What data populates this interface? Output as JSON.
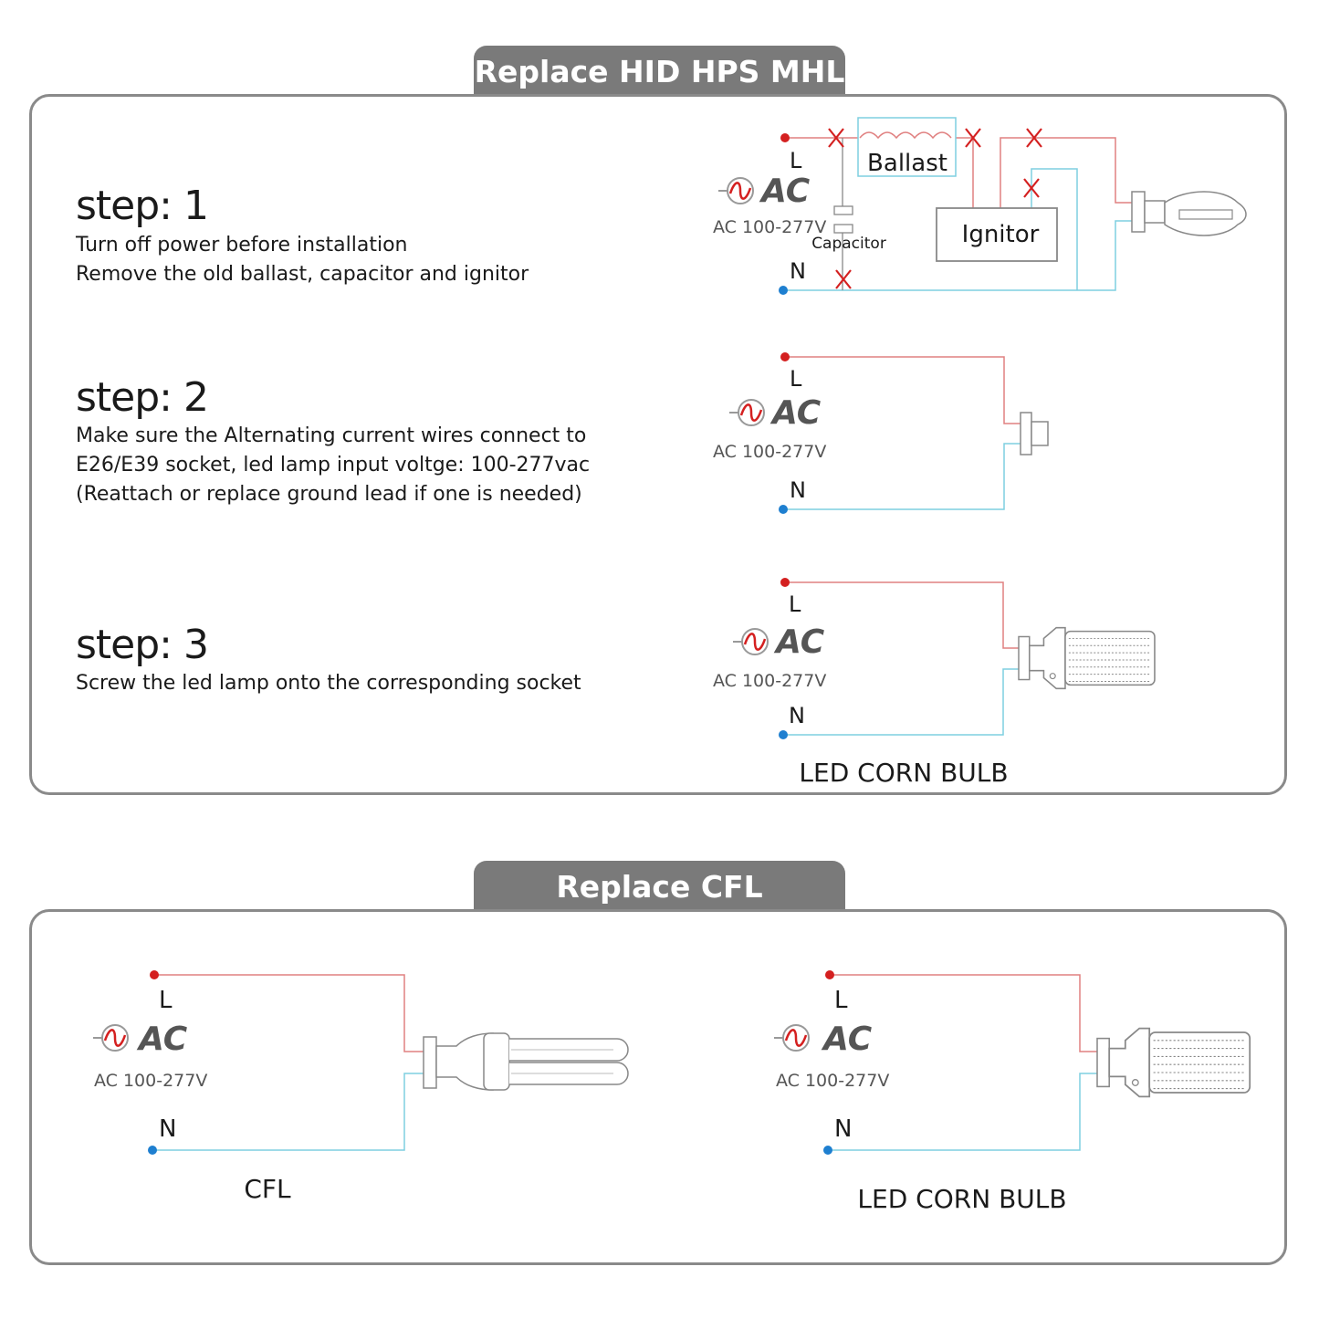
{
  "sections": {
    "hid": {
      "title": "Replace HID HPS MHL"
    },
    "cfl": {
      "title": "Replace  CFL"
    }
  },
  "steps": [
    {
      "title": "step: 1",
      "lines": [
        "Turn off power before installation",
        "Remove the old ballast, capacitor and ignitor"
      ]
    },
    {
      "title": "step: 2",
      "lines": [
        "Make sure the Alternating current wires connect to",
        "E26/E39 socket, led lamp input voltge: 100-277vac",
        "(Reattach or replace ground lead if one is needed)"
      ]
    },
    {
      "title": "step: 3",
      "lines": [
        "Screw the led lamp onto the corresponding socket"
      ]
    }
  ],
  "diagram": {
    "live": "L",
    "neutral": "N",
    "ac_symbol": "AC",
    "ac_range": "AC 100-277V",
    "ballast": "Ballast",
    "capacitor": "Capacitor",
    "ignitor": "Ignitor",
    "removed_mark": "X",
    "led_label": "LED  CORN  BULB",
    "cfl_label": "CFL",
    "led_label_cfl": "LED  CORN  BULB",
    "colors": {
      "live_wire": "#e08080",
      "neutral_wire": "#7ecfe0",
      "live_dot": "#d42020",
      "neutral_dot": "#1e7fd0",
      "cross": "#d42020",
      "component": "#888888"
    }
  }
}
